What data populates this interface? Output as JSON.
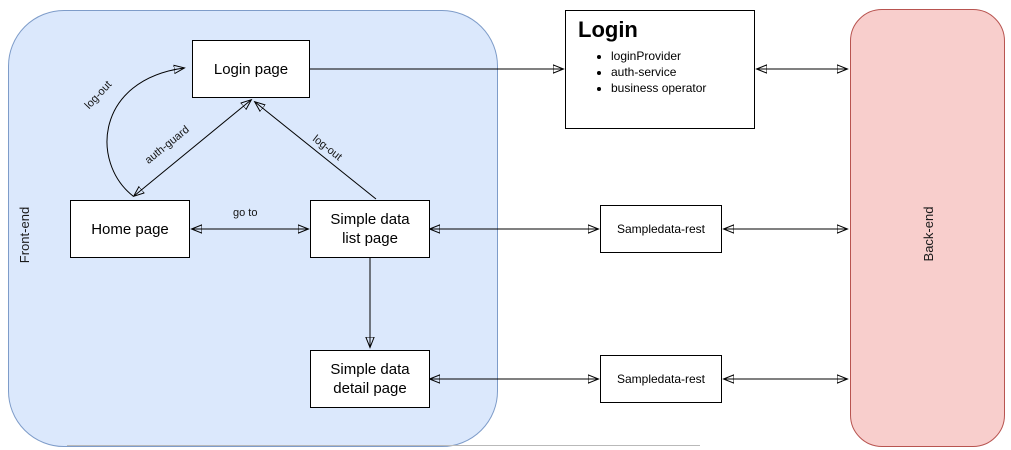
{
  "regions": {
    "frontend_label": "Front-end",
    "backend_label": "Back-end"
  },
  "pages": {
    "login": {
      "label": "Login page"
    },
    "home": {
      "label": "Home page"
    },
    "list": {
      "line1": "Simple data",
      "line2": "list page"
    },
    "detail": {
      "line1": "Simple data",
      "line2": "detail page"
    }
  },
  "services": {
    "login_component": {
      "title": "Login",
      "items": [
        "loginProvider",
        "auth-service",
        "business operator"
      ]
    },
    "rest_list": {
      "label": "Sampledata-rest"
    },
    "rest_detail": {
      "label": "Sampledata-rest"
    }
  },
  "edge_labels": {
    "logout_curve": "log-out",
    "auth_guard": "auth-guard",
    "logout_diagonal": "log-out",
    "goto": "go to"
  },
  "colors": {
    "frontend_fill": "#dbe8fc",
    "frontend_border": "#7e9cc9",
    "backend_fill": "#f8cecc",
    "backend_border": "#b85450",
    "node_fill": "#ffffff",
    "node_border": "#000000",
    "edge_stroke": "#000000"
  }
}
